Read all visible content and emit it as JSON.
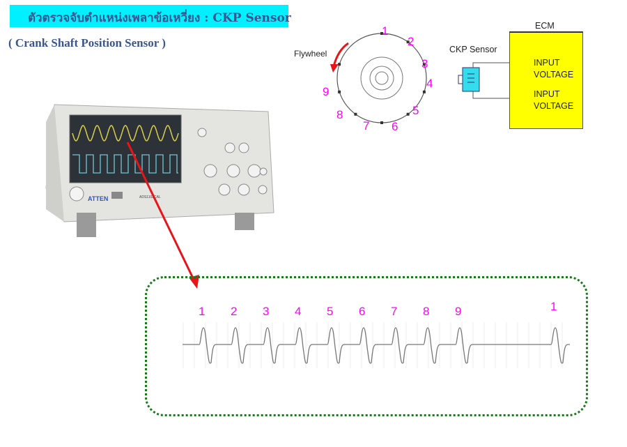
{
  "header": {
    "title": "ตัวตรวจจับตำแหน่งเพลาข้อเหวี่ยง : CKP Sensor",
    "subtitle": "( Crank Shaft Position Sensor )"
  },
  "flywheel": {
    "label": "Flywheel",
    "tooth_labels": [
      "1",
      "2",
      "3",
      "4",
      "5",
      "6",
      "7",
      "8",
      "9"
    ]
  },
  "circuit": {
    "ecm_label": "ECM",
    "sensor_label": "CKP  Sensor",
    "inputs": [
      "INPUT\nVOLTAGE",
      "INPUT\nVOLTAGE"
    ],
    "input_line1": "INPUT",
    "input_line2": "VOLTAGE"
  },
  "oscilloscope": {
    "brand": "ATTEN",
    "model": "ADS1102CAL"
  },
  "waveform": {
    "pulse_labels": [
      "1",
      "2",
      "3",
      "4",
      "5",
      "6",
      "7",
      "8",
      "9",
      "1"
    ],
    "missing_tooth_gap": true
  },
  "colors": {
    "banner": "#00f0ff",
    "label_magenta": "#ff00ff",
    "ecm": "#ffff00",
    "sensor": "#33ddee",
    "arrow": "#e8141a",
    "dotted_border": "#1a7a1a"
  }
}
